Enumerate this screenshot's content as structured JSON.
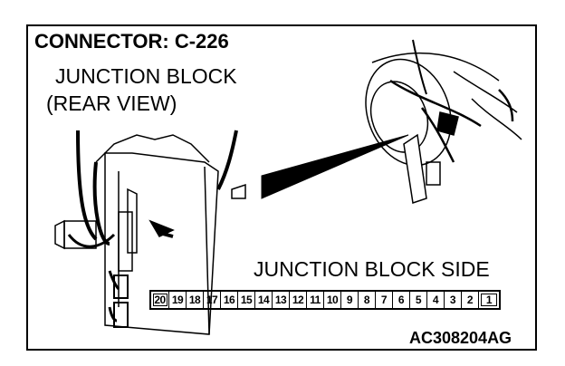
{
  "title": "CONNECTOR: C-226",
  "junction_block_label_line1": "JUNCTION BLOCK",
  "junction_block_label_line2": "(REAR VIEW)",
  "connector_side_label": "JUNCTION BLOCK SIDE",
  "figure_code": "AC308204AG",
  "pins": [
    "20",
    "19",
    "18",
    "17",
    "16",
    "15",
    "14",
    "13",
    "12",
    "11",
    "10",
    "9",
    "8",
    "7",
    "6",
    "5",
    "4",
    "3",
    "2",
    "1"
  ],
  "pin_groups": [
    [
      "20",
      "19",
      "18",
      "17",
      "16",
      "15"
    ],
    [
      "14",
      "13",
      "12",
      "11",
      "10",
      "9",
      "8",
      "7"
    ],
    [
      "6",
      "5",
      "4",
      "3",
      "2",
      "1"
    ]
  ],
  "colors": {
    "line": "#000000",
    "background": "#ffffff"
  }
}
